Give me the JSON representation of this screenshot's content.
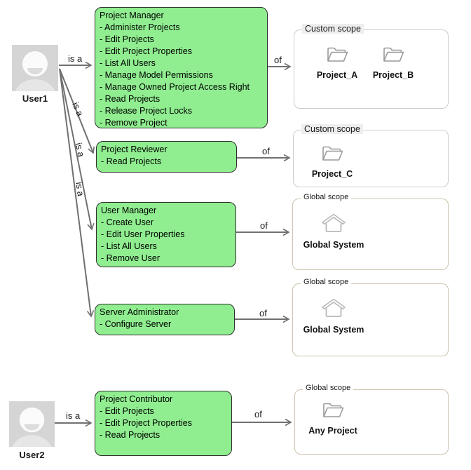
{
  "labels": {
    "is_a": "is a",
    "of": "of"
  },
  "users": [
    {
      "name": "User1",
      "icon": "user-avatar"
    },
    {
      "name": "User2",
      "icon": "user-avatar"
    }
  ],
  "roles": [
    {
      "title": "Project Manager",
      "permissions": [
        "- Administer Projects",
        "- Edit Projects",
        "- Edit Project Properties",
        "- List All Users",
        "- Manage Model Permissions",
        "- Manage Owned Project Access Right",
        "- Read Projects",
        "- Release Project Locks",
        "- Remove Project"
      ]
    },
    {
      "title": "Project Reviewer",
      "permissions": [
        "- Read Projects"
      ]
    },
    {
      "title": "User Manager",
      "permissions": [
        "- Create User",
        "- Edit User Properties",
        "- List All Users",
        "- Remove User"
      ]
    },
    {
      "title": "Server Administrator",
      "permissions": [
        "- Configure Server"
      ]
    },
    {
      "title": "Project Contributor",
      "permissions": [
        "- Edit Projects",
        "- Edit Project Properties",
        "- Read Projects"
      ]
    }
  ],
  "scopes": [
    {
      "label": "Custom scope",
      "items": [
        {
          "icon": "folder-icon",
          "name": "Project_A"
        },
        {
          "icon": "folder-icon",
          "name": "Project_B"
        }
      ]
    },
    {
      "label": "Custom scope",
      "items": [
        {
          "icon": "folder-icon",
          "name": "Project_C"
        }
      ]
    },
    {
      "label": "Global scope",
      "items": [
        {
          "icon": "home-icon",
          "name": "Global System"
        }
      ]
    },
    {
      "label": "Global scope",
      "items": [
        {
          "icon": "home-icon",
          "name": "Global System"
        }
      ]
    },
    {
      "label": "Global scope",
      "items": [
        {
          "icon": "folder-icon",
          "name": "Any Project"
        }
      ]
    }
  ],
  "colors": {
    "role_fill": "#90ee90",
    "role_border": "#2e2e2e",
    "arrow": "#707070",
    "custom_scope_border": "#cccccc",
    "global_scope_border": "#cdc4ae",
    "custom_scope_label_bg": "#eeeeee",
    "avatar_bg": "#d5d5d5"
  }
}
